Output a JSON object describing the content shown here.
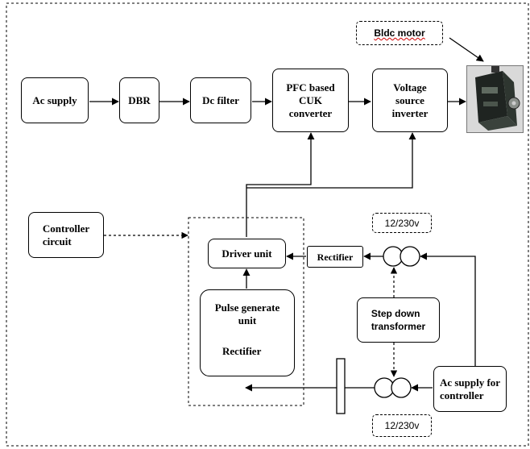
{
  "blocks": {
    "ac_supply": "Ac supply",
    "dbr": "DBR",
    "dc_filter": "Dc filter",
    "pfc_cuk": "PFC based\nCUK\nconverter",
    "vsi": "Voltage\nsource\ninverter",
    "bldc_motor": "Bldc motor",
    "controller_circuit": "Controller\ncircuit",
    "driver_unit": "Driver unit",
    "pulse_generate_unit": "Pulse generate\nunit",
    "pulse_rectifier": "Rectifier",
    "rectifier": "Rectifier",
    "step_down_transformer": "Step down\ntransformer",
    "ac_supply_controller": "Ac supply for\ncontroller",
    "voltage_top": "12/230v",
    "voltage_bottom": "12/230v"
  },
  "colors": {
    "line": "#000000",
    "background": "#ffffff",
    "spellcheck_underline": "#d00000"
  }
}
